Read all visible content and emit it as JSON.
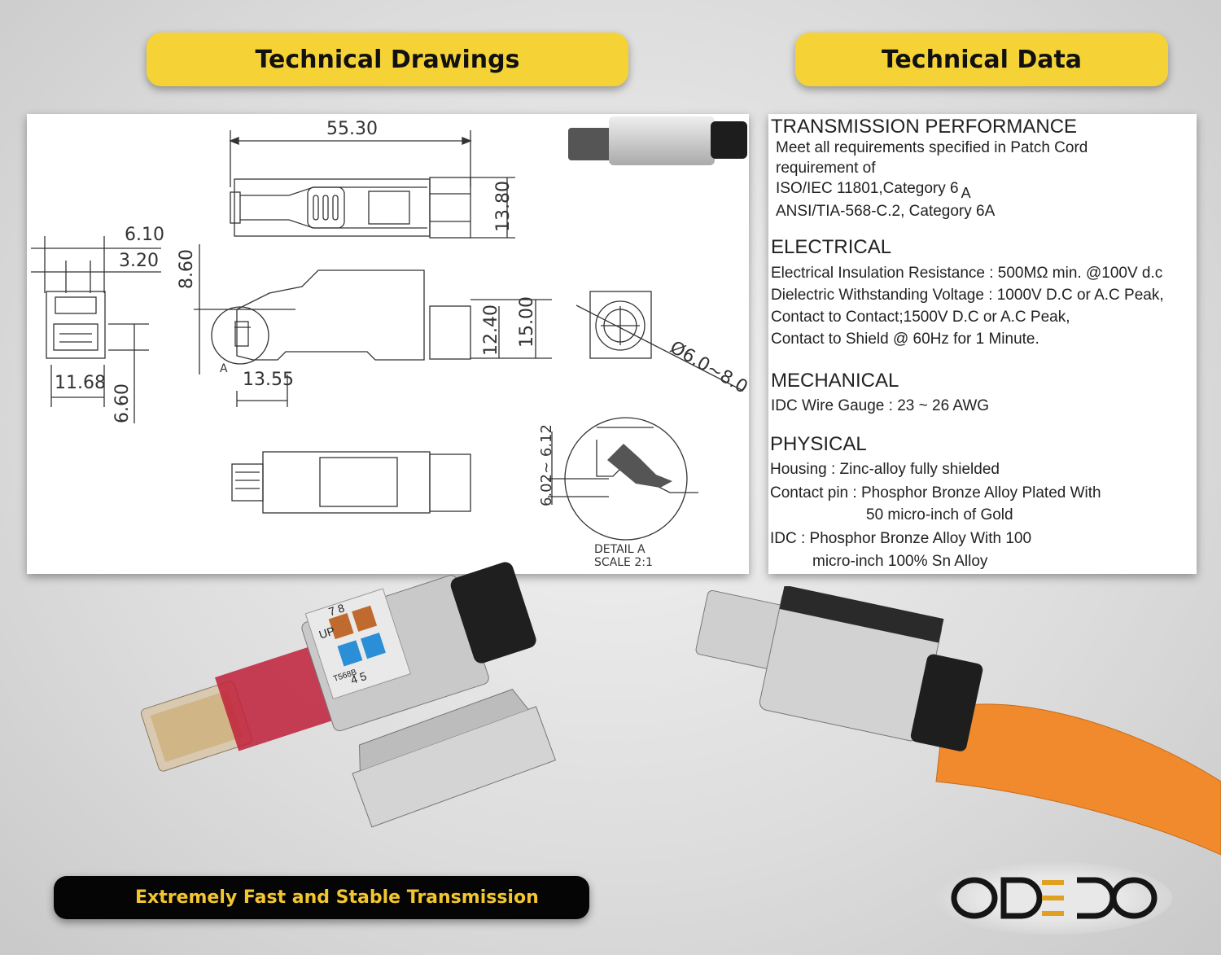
{
  "headers": {
    "left": "Technical Drawings",
    "right": "Technical Data"
  },
  "drawing": {
    "dim_top": "55.30",
    "dim_height_right": "13.80",
    "dim_a": "6.10",
    "dim_b": "3.20",
    "dim_side": "8.60",
    "dim_width": "11.68",
    "dim_bottom": "6.60",
    "dim_len": "13.55",
    "dim_h1": "12.40",
    "dim_h2": "15.00",
    "dim_dia": "Ø6.0~8.0",
    "dim_detail": "6.02~ 6.12",
    "label_a": "A",
    "detail_label": "DETAIL A",
    "detail_scale": "SCALE 2:1"
  },
  "data": {
    "transmission_title": "TRANSMISSION PERFORMANCE",
    "transmission_lines": [
      "Meet all requirements specified in Patch Cord",
      "requirement of",
      "ISO/IEC 11801,Category 6",
      "ANSI/TIA-568-C.2, Category 6A"
    ],
    "transmission_sub": "A",
    "electrical_title": "ELECTRICAL",
    "electrical_lines": [
      "Electrical Insulation Resistance : 500MΩ min. @100V d.c",
      "Dielectric Withstanding Voltage : 1000V D.C or A.C Peak,",
      "Contact to Contact;1500V D.C or A.C Peak,",
      "Contact to Shield @ 60Hz for 1 Minute."
    ],
    "mechanical_title": "MECHANICAL",
    "mechanical_lines": [
      "IDC Wire Gauge : 23 ~ 26 AWG"
    ],
    "physical_title": "PHYSICAL",
    "physical_lines": [
      "Housing : Zinc-alloy fully shielded",
      "Contact pin : Phosphor Bronze Alloy Plated With",
      "50 micro-inch of Gold",
      "IDC : Phosphor Bronze Alloy With 100",
      "micro-inch 100% Sn Alloy"
    ]
  },
  "module_labels": {
    "up": "UP",
    "t568b": "T568B",
    "n45": "4 5",
    "n78": "7 8"
  },
  "bottom_banner": "Extremely Fast and Stable Transmission",
  "logo": "ODEDO",
  "colors": {
    "accent_yellow": "#f5d337",
    "banner_text": "#f2c62f",
    "cable_orange": "#f08a2c",
    "logo_dark": "#151515",
    "logo_accent": "#e0a020"
  }
}
